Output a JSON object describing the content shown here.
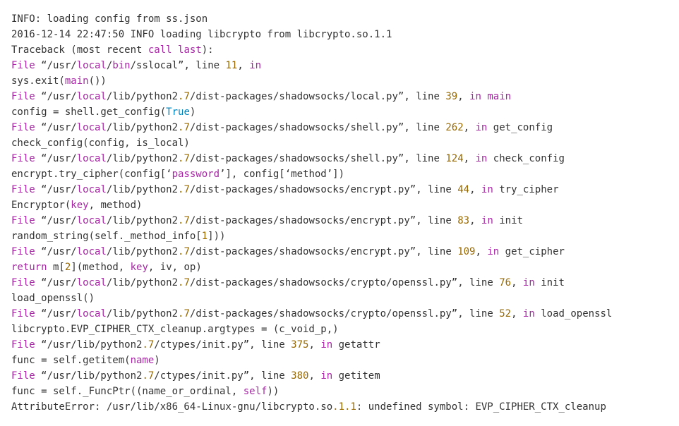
{
  "colors": {
    "background": "#ffffff",
    "text": "#333333",
    "keyword": "#a626a4",
    "number": "#986801",
    "builtin": "#0184bb",
    "string": "#50a14f"
  },
  "lines": [
    [
      [
        "p",
        "INFO: loading config from ss.json"
      ]
    ],
    [
      [
        "p",
        "2016-12-14 22:47:50 INFO loading libcrypto from libcrypto.so.1.1"
      ]
    ],
    [
      [
        "p",
        "Traceback (most recent "
      ],
      [
        "k",
        "call"
      ],
      [
        "p",
        " "
      ],
      [
        "k",
        "last"
      ],
      [
        "p",
        "):"
      ]
    ],
    [
      [
        "k",
        "File"
      ],
      [
        "p",
        " “/usr/"
      ],
      [
        "k",
        "local"
      ],
      [
        "p",
        "/"
      ],
      [
        "k",
        "bin"
      ],
      [
        "p",
        "/sslocal”, line "
      ],
      [
        "n",
        "11"
      ],
      [
        "p",
        ", "
      ],
      [
        "k",
        "in"
      ]
    ],
    [
      [
        "p",
        "sys.exit("
      ],
      [
        "k",
        "main"
      ],
      [
        "p",
        "())"
      ]
    ],
    [
      [
        "k",
        "File"
      ],
      [
        "p",
        " “/usr/"
      ],
      [
        "k",
        "local"
      ],
      [
        "p",
        "/lib/python2"
      ],
      [
        "n",
        ".7"
      ],
      [
        "p",
        "/dist-packages/shadowsocks/local.py”, line "
      ],
      [
        "n",
        "39"
      ],
      [
        "p",
        ", "
      ],
      [
        "k",
        "in"
      ],
      [
        "p",
        " "
      ],
      [
        "k",
        "main"
      ]
    ],
    [
      [
        "p",
        "config = shell.get_config("
      ],
      [
        "b",
        "True"
      ],
      [
        "p",
        ")"
      ]
    ],
    [
      [
        "k",
        "File"
      ],
      [
        "p",
        " “/usr/"
      ],
      [
        "k",
        "local"
      ],
      [
        "p",
        "/lib/python2"
      ],
      [
        "n",
        ".7"
      ],
      [
        "p",
        "/dist-packages/shadowsocks/shell.py”, line "
      ],
      [
        "n",
        "262"
      ],
      [
        "p",
        ", "
      ],
      [
        "k",
        "in"
      ],
      [
        "p",
        " get_config"
      ]
    ],
    [
      [
        "p",
        "check_config(config, is_local)"
      ]
    ],
    [
      [
        "k",
        "File"
      ],
      [
        "p",
        " “/usr/"
      ],
      [
        "k",
        "local"
      ],
      [
        "p",
        "/lib/python2"
      ],
      [
        "n",
        ".7"
      ],
      [
        "p",
        "/dist-packages/shadowsocks/shell.py”, line "
      ],
      [
        "n",
        "124"
      ],
      [
        "p",
        ", "
      ],
      [
        "k",
        "in"
      ],
      [
        "p",
        " check_config"
      ]
    ],
    [
      [
        "p",
        "encrypt.try_cipher(config[‘"
      ],
      [
        "k",
        "password"
      ],
      [
        "p",
        "’], config[‘method’])"
      ]
    ],
    [
      [
        "k",
        "File"
      ],
      [
        "p",
        " “/usr/"
      ],
      [
        "k",
        "local"
      ],
      [
        "p",
        "/lib/python2"
      ],
      [
        "n",
        ".7"
      ],
      [
        "p",
        "/dist-packages/shadowsocks/encrypt.py”, line "
      ],
      [
        "n",
        "44"
      ],
      [
        "p",
        ", "
      ],
      [
        "k",
        "in"
      ],
      [
        "p",
        " try_cipher"
      ]
    ],
    [
      [
        "p",
        "Encryptor("
      ],
      [
        "k",
        "key"
      ],
      [
        "p",
        ", method)"
      ]
    ],
    [
      [
        "k",
        "File"
      ],
      [
        "p",
        " “/usr/"
      ],
      [
        "k",
        "local"
      ],
      [
        "p",
        "/lib/python2"
      ],
      [
        "n",
        ".7"
      ],
      [
        "p",
        "/dist-packages/shadowsocks/encrypt.py”, line "
      ],
      [
        "n",
        "83"
      ],
      [
        "p",
        ", "
      ],
      [
        "k",
        "in"
      ],
      [
        "p",
        " init"
      ]
    ],
    [
      [
        "p",
        "random_string(self._method_info["
      ],
      [
        "n",
        "1"
      ],
      [
        "p",
        "]))"
      ]
    ],
    [
      [
        "k",
        "File"
      ],
      [
        "p",
        " “/usr/"
      ],
      [
        "k",
        "local"
      ],
      [
        "p",
        "/lib/python2"
      ],
      [
        "n",
        ".7"
      ],
      [
        "p",
        "/dist-packages/shadowsocks/encrypt.py”, line "
      ],
      [
        "n",
        "109"
      ],
      [
        "p",
        ", "
      ],
      [
        "k",
        "in"
      ],
      [
        "p",
        " get_cipher"
      ]
    ],
    [
      [
        "k",
        "return"
      ],
      [
        "p",
        " m["
      ],
      [
        "n",
        "2"
      ],
      [
        "p",
        "](method, "
      ],
      [
        "k",
        "key"
      ],
      [
        "p",
        ", iv, op)"
      ]
    ],
    [
      [
        "k",
        "File"
      ],
      [
        "p",
        " “/usr/"
      ],
      [
        "k",
        "local"
      ],
      [
        "p",
        "/lib/python2"
      ],
      [
        "n",
        ".7"
      ],
      [
        "p",
        "/dist-packages/shadowsocks/crypto/openssl.py”, line "
      ],
      [
        "n",
        "76"
      ],
      [
        "p",
        ", "
      ],
      [
        "k",
        "in"
      ],
      [
        "p",
        " init"
      ]
    ],
    [
      [
        "p",
        "load_openssl()"
      ]
    ],
    [
      [
        "k",
        "File"
      ],
      [
        "p",
        " “/usr/"
      ],
      [
        "k",
        "local"
      ],
      [
        "p",
        "/lib/python2"
      ],
      [
        "n",
        ".7"
      ],
      [
        "p",
        "/dist-packages/shadowsocks/crypto/openssl.py”, line "
      ],
      [
        "n",
        "52"
      ],
      [
        "p",
        ", "
      ],
      [
        "k",
        "in"
      ],
      [
        "p",
        " load_openssl"
      ]
    ],
    [
      [
        "p",
        "libcrypto.EVP_CIPHER_CTX_cleanup.argtypes = (c_void_p,)"
      ]
    ],
    [
      [
        "k",
        "File"
      ],
      [
        "p",
        " “/usr/lib/python2"
      ],
      [
        "n",
        ".7"
      ],
      [
        "p",
        "/ctypes/init.py”, line "
      ],
      [
        "n",
        "375"
      ],
      [
        "p",
        ", "
      ],
      [
        "k",
        "in"
      ],
      [
        "p",
        " getattr"
      ]
    ],
    [
      [
        "p",
        "func = self.getitem("
      ],
      [
        "k",
        "name"
      ],
      [
        "p",
        ")"
      ]
    ],
    [
      [
        "k",
        "File"
      ],
      [
        "p",
        " “/usr/lib/python2"
      ],
      [
        "n",
        ".7"
      ],
      [
        "p",
        "/ctypes/init.py”, line "
      ],
      [
        "n",
        "380"
      ],
      [
        "p",
        ", "
      ],
      [
        "k",
        "in"
      ],
      [
        "p",
        " getitem"
      ]
    ],
    [
      [
        "p",
        "func = self._FuncPtr((name_or_ordinal, "
      ],
      [
        "k",
        "self"
      ],
      [
        "p",
        "))"
      ]
    ],
    [
      [
        "p",
        "AttributeError: /usr/lib/x86_64-Linux-gnu/libcrypto.so"
      ],
      [
        "n",
        ".1.1"
      ],
      [
        "p",
        ": undefined symbol: EVP_CIPHER_CTX_cleanup"
      ]
    ]
  ]
}
